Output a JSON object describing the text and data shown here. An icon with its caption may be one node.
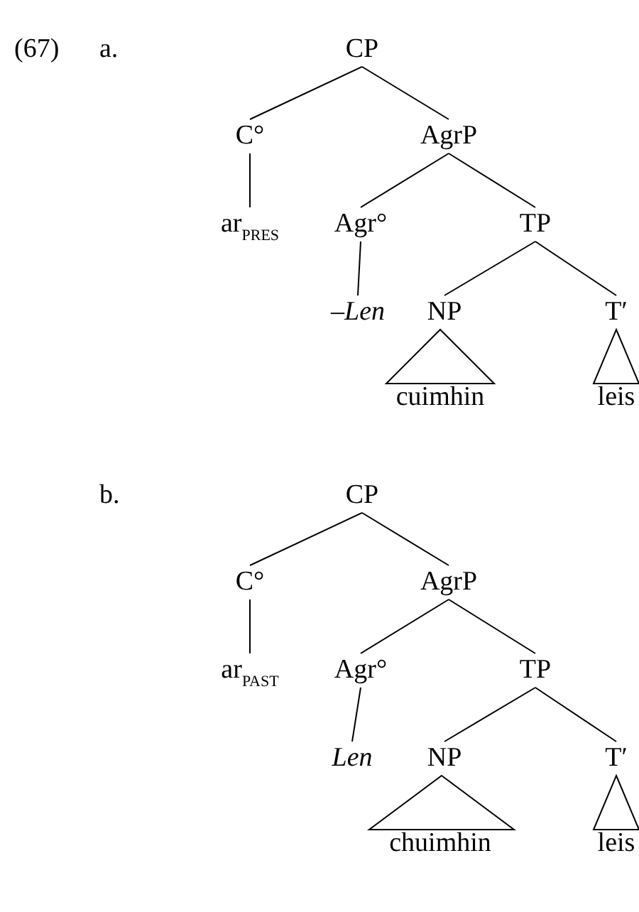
{
  "diagram": {
    "nodes": [
      {
        "text": [
          "CP"
        ]
      },
      {
        "text": [
          "C°"
        ]
      },
      {
        "text": [
          "AgrP"
        ]
      },
      {
        "text": [
          "ar$_{PRES}$"
        ]
      },
      {
        "text": [
          "Agr°"
        ]
      },
      {
        "text": [
          "TP"
        ]
      },
      {
        "text": [
          "–*Len*"
        ]
      },
      {
        "text": [
          "NP"
        ]
      },
      {
        "text": [
          "T′"
        ]
      },
      {
        "text": [
          "cuimhin"
        ]
      },
      {
        "text": [
          "leis"
        ]
      },
      {
        "text": [
          "CP"
        ]
      },
      {
        "text": [
          "C°"
        ]
      },
      {
        "text": [
          "AgrP"
        ]
      },
      {
        "text": [
          "ar$_{PAST}$"
        ]
      },
      {
        "text": [
          "Agr°"
        ]
      },
      {
        "text": [
          "TP"
        ]
      },
      {
        "text": [
          "Len"
        ]
      },
      {
        "text": [
          "NP"
        ]
      },
      {
        "text": [
          "T′"
        ]
      },
      {
        "text": [
          "chuimhin"
        ]
      },
      {
        "text": [
          "leis"
        ]
      },
      {
        "text": [],
        "shape": "triangle"
      },
      {
        "text": [],
        "shape": "triangle"
      },
      {
        "text": [],
        "shape": "triangle"
      },
      {
        "text": [],
        "shape": "triangle"
      }
    ],
    "edges": [
      {
        "from": 0,
        "to": 1,
        "arrow": "none"
      },
      {
        "from": 0,
        "to": 2,
        "arrow": "none"
      },
      {
        "from": 1,
        "to": 3,
        "arrow": "none"
      },
      {
        "from": 2,
        "to": 4,
        "arrow": "none"
      },
      {
        "from": 2,
        "to": 5,
        "arrow": "none"
      },
      {
        "from": 4,
        "to": 6,
        "arrow": "none"
      },
      {
        "from": 5,
        "to": 7,
        "arrow": "none"
      },
      {
        "from": 5,
        "to": 8,
        "arrow": "none"
      },
      {
        "from": 11,
        "to": 12,
        "arrow": "none"
      },
      {
        "from": 11,
        "to": 13,
        "arrow": "none"
      },
      {
        "from": 12,
        "to": 14,
        "arrow": "none"
      },
      {
        "from": 13,
        "to": 15,
        "arrow": "none"
      },
      {
        "from": 13,
        "to": 16,
        "arrow": "none"
      },
      {
        "from": 15,
        "to": 17,
        "arrow": "none"
      },
      {
        "from": 16,
        "to": 18,
        "arrow": "none"
      },
      {
        "from": 16,
        "to": 19,
        "arrow": "none"
      }
    ],
    "labels": [
      "(67)",
      "a.",
      "b."
    ]
  }
}
